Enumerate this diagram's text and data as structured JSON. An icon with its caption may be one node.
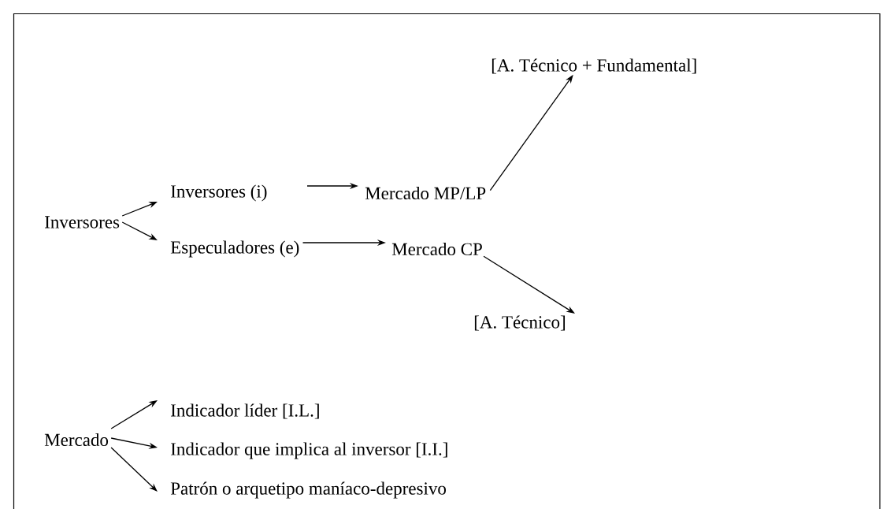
{
  "diagram": {
    "nodes": [
      {
        "text": [
          "Inversores"
        ]
      },
      {
        "text": [
          "Inversores (i)"
        ]
      },
      {
        "text": [
          "Especuladores (e)"
        ]
      },
      {
        "text": [
          "Mercado MP/LP"
        ]
      },
      {
        "text": [
          "Mercado CP"
        ]
      },
      {
        "text": [
          "[A. Técnico + Fundamental]"
        ]
      },
      {
        "text": [
          "[A. Técnico]"
        ]
      },
      {
        "text": [
          "Mercado"
        ]
      },
      {
        "text": [
          "Indicador líder [I.L.]"
        ]
      },
      {
        "text": [
          "Indicador que implica al inversor [I.I.]"
        ]
      },
      {
        "text": [
          "Patrón o arquetipo maníaco-depresivo"
        ]
      }
    ],
    "edges": [
      {
        "from": 0,
        "to": 1,
        "arrow": "to"
      },
      {
        "from": 0,
        "to": 2,
        "arrow": "to"
      },
      {
        "from": 1,
        "to": 3,
        "arrow": "to"
      },
      {
        "from": 2,
        "to": 4,
        "arrow": "to"
      },
      {
        "from": 3,
        "to": 5,
        "arrow": "to"
      },
      {
        "from": 4,
        "to": 6,
        "arrow": "to"
      },
      {
        "from": 7,
        "to": 8,
        "arrow": "to"
      },
      {
        "from": 7,
        "to": 9,
        "arrow": "to"
      },
      {
        "from": 7,
        "to": 10,
        "arrow": "to"
      }
    ]
  }
}
